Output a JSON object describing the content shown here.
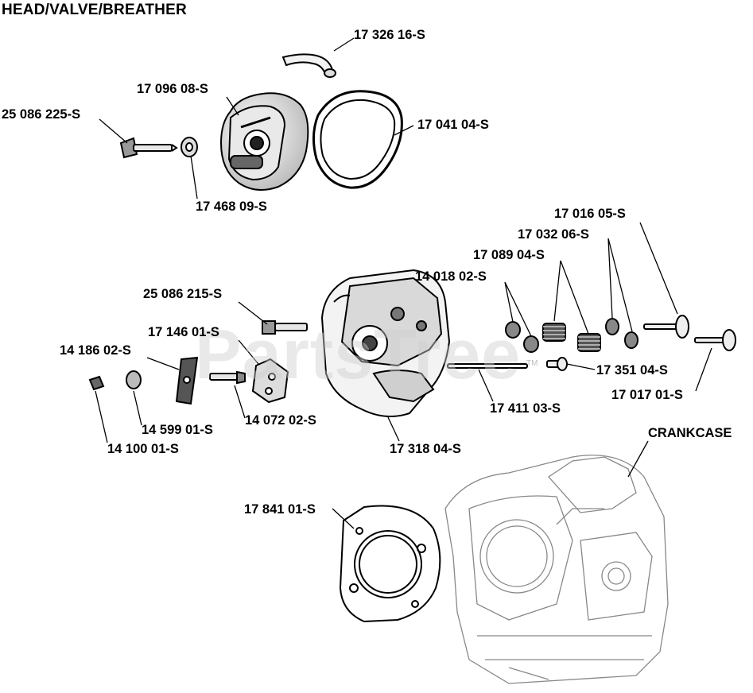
{
  "diagram": {
    "title": "HEAD/VALVE/BREATHER",
    "watermark": "PartsTree",
    "watermark_tm": "TM",
    "labels": {
      "p17326": "17 326 16-S",
      "p17096": "17 096 08-S",
      "p25086225": "25 086 225-S",
      "p17041": "17 041 04-S",
      "p17468": "17 468 09-S",
      "p17016": "17 016 05-S",
      "p17032": "17 032 06-S",
      "p17089": "17 089 04-S",
      "p14018": "14 018 02-S",
      "p25086215": "25 086 215-S",
      "p17146": "17 146 01-S",
      "p14186": "14 186 02-S",
      "p17351": "17 351 04-S",
      "p17017": "17 017 01-S",
      "p17411": "17 411 03-S",
      "p14072": "14 072 02-S",
      "p14599": "14 599 01-S",
      "p14100": "14 100 01-S",
      "p17318": "17 318 04-S",
      "crankcase": "CRANKCASE",
      "p17841": "17 841 01-S"
    }
  }
}
